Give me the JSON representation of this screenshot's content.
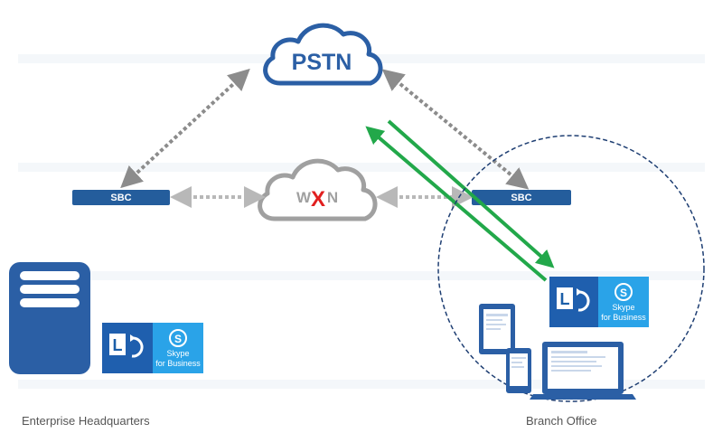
{
  "nodes": {
    "pstn": "PSTN",
    "wan_left": "W",
    "wan_x": "X",
    "wan_right": "N",
    "sbc_left": "SBC",
    "sbc_right": "SBC"
  },
  "logos": {
    "lync_letter": "L",
    "skype_line1": "Skype",
    "skype_line2": "for Business"
  },
  "labels": {
    "hq": "Enterprise Headquarters",
    "branch": "Branch Office"
  },
  "colors": {
    "brand_blue": "#2b5fa5",
    "sbc_blue": "#245d9c",
    "wan_gray": "#a0a0a0",
    "arrow_gray": "#8c8c8c",
    "arrow_green": "#22a84a",
    "fail_red": "#e11f1f",
    "skype_blue": "#2aa3e8"
  }
}
